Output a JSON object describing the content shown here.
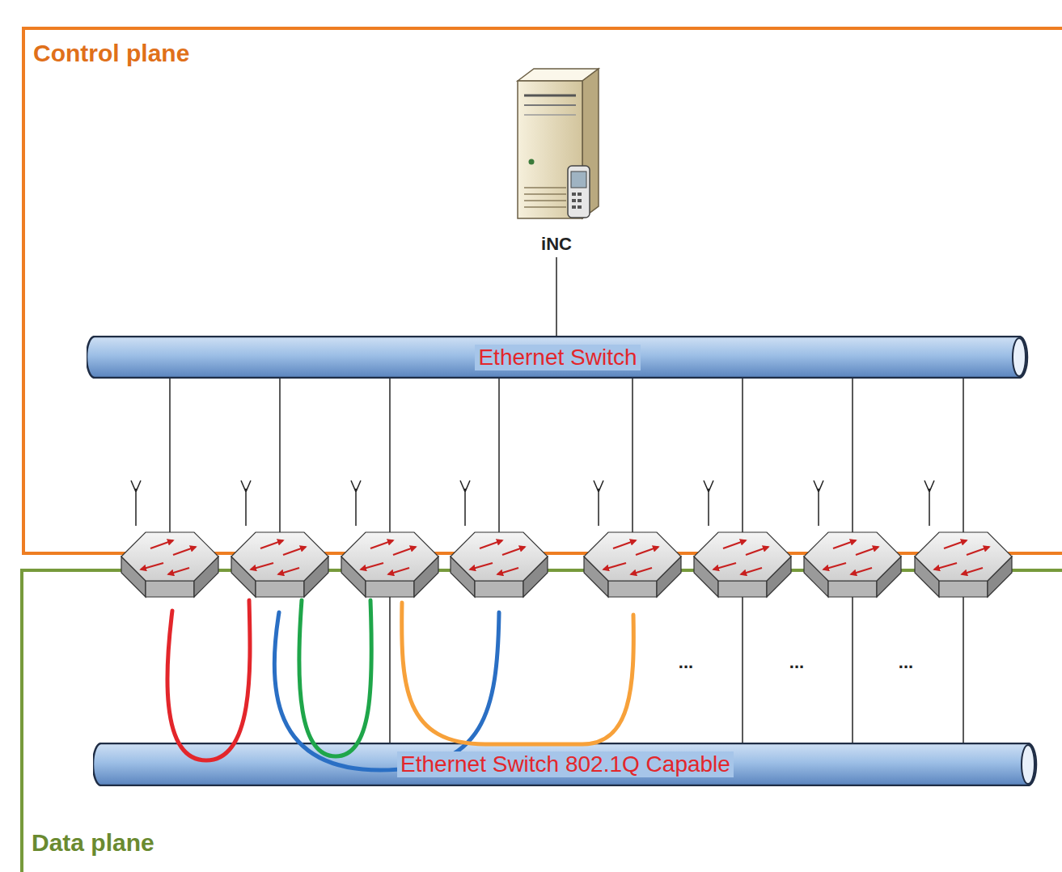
{
  "diagram": {
    "nodes": [
      {
        "text": [
          "Control plane"
        ]
      },
      {
        "text": [
          "iNC"
        ],
        "in": 0
      },
      {
        "text": [
          "Ethernet Switch"
        ],
        "in": 0
      },
      {
        "text": [
          "Data plane"
        ]
      },
      {
        "text": [
          "Ethernet Switch 802.1Q Capable"
        ],
        "in": 3
      }
    ],
    "edges": [
      {
        "from": 1,
        "to": 2,
        "arrow": "none"
      }
    ],
    "labels": [
      "...",
      "...",
      "..."
    ]
  }
}
